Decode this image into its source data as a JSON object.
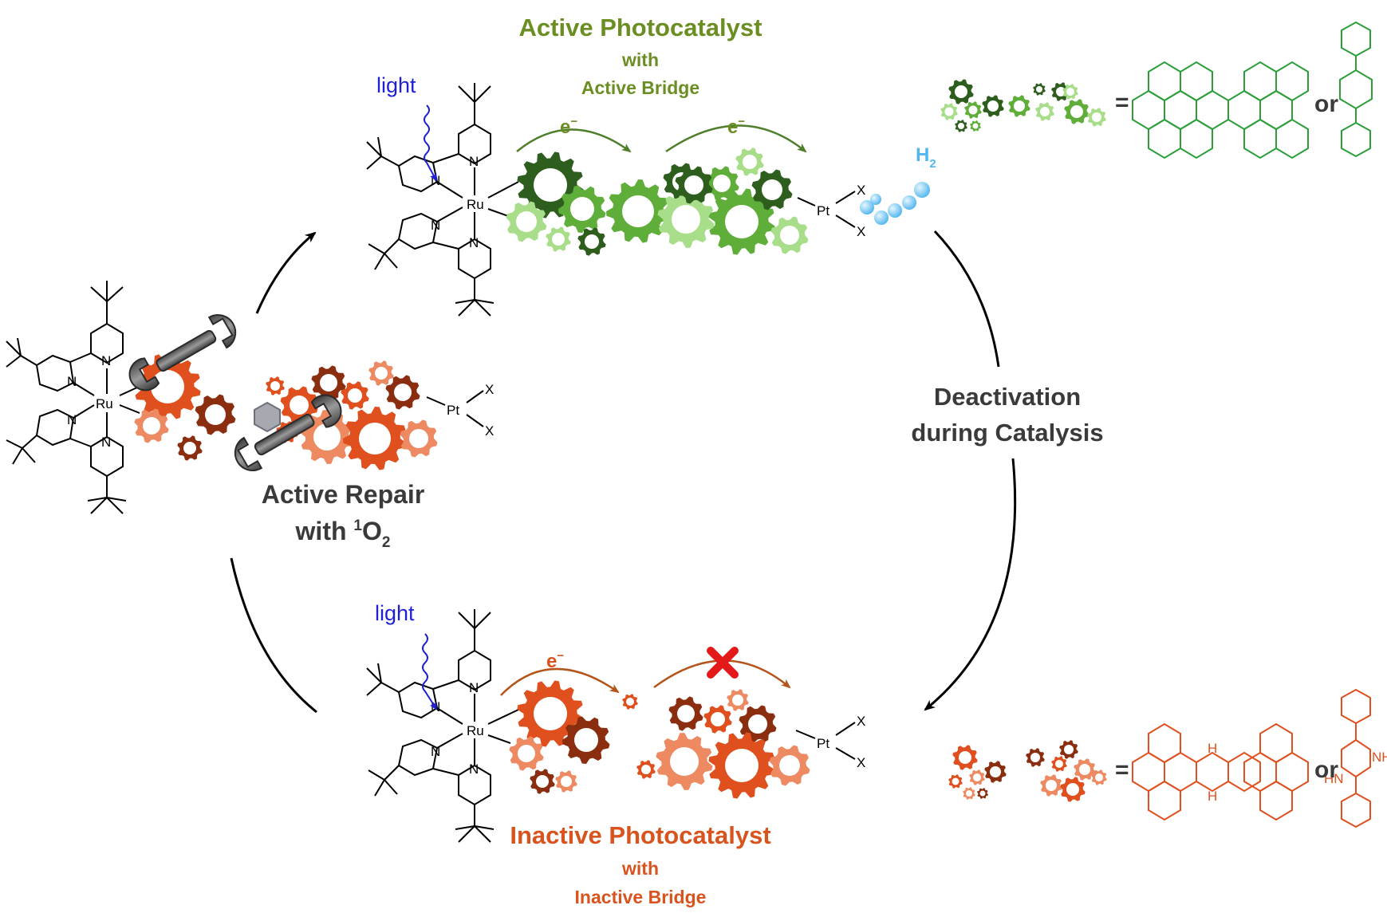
{
  "colors": {
    "active_title": "#6B8E23",
    "active_gear_dark": "#2E5E1E",
    "active_gear_mid": "#5FAE3A",
    "active_gear_light": "#A8DE8A",
    "inactive_title": "#D9531E",
    "inactive_gear_dark": "#8B2E10",
    "inactive_gear_mid": "#E0501E",
    "inactive_gear_light": "#EE8A62",
    "light_label": "#1F1FD6",
    "hydrogen": "#4FB6EE",
    "cycle_label": "#3A3A3A",
    "cross": "#E41A1A",
    "green_structure": "#2B9E3A",
    "orange_structure": "#E0501E"
  },
  "labels": {
    "active_title": "Active Photocatalyst",
    "active_with": "with",
    "active_bridge": "Active Bridge",
    "inactive_title": "Inactive Photocatalyst",
    "inactive_with": "with",
    "inactive_bridge": "Inactive Bridge",
    "deactivation_line1": "Deactivation",
    "deactivation_line2": "during Catalysis",
    "repair_line1": "Active Repair",
    "repair_line2_prefix": "with ",
    "repair_sup": "1",
    "repair_o": "O",
    "repair_sub": "2",
    "light_top": "light",
    "light_bottom": "light",
    "electron": "e",
    "electron_sign": "−",
    "h2_main": "H",
    "h2_sub": "2",
    "equals": "=",
    "or": "or"
  },
  "atoms": {
    "ru": "Ru",
    "pt": "Pt",
    "n": "N",
    "x": "X",
    "h": "H",
    "nh": "NH",
    "hn": "HN"
  }
}
